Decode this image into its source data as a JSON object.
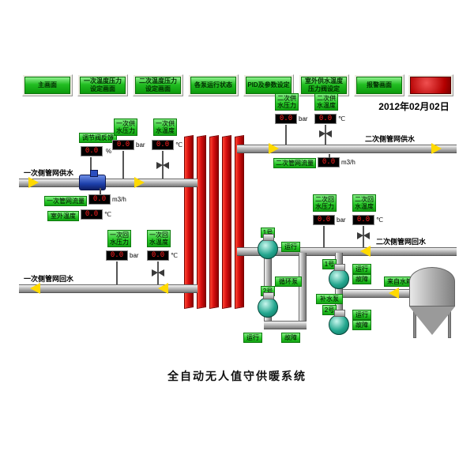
{
  "screen": {
    "caption": "全自动无人值守供暖系统",
    "date": "2012年02月02日"
  },
  "toolbar": {
    "buttons": [
      "主画面",
      "一次温度压力设定画面",
      "二次温度压力设定画面",
      "各泵运行状态",
      "PID及参数设定",
      "室外供水温度压力阀设定",
      "报警画面"
    ]
  },
  "pipes": {
    "primary_supply": "一次侧管网供水",
    "primary_return": "一次侧管网回水",
    "secondary_supply": "二次侧管网供水",
    "secondary_return": "二次侧管网回水"
  },
  "instruments": {
    "valve_feedback": {
      "label": "调节阀反馈",
      "value": "0.0",
      "unit": "%"
    },
    "primary_supply_pressure": {
      "label": "一次供水压力",
      "value": "0.0",
      "unit": "bar"
    },
    "primary_supply_temp": {
      "label": "一次供水温度",
      "value": "0.0",
      "unit": "℃"
    },
    "primary_flow": {
      "label": "一次管网流量",
      "value": "0.0",
      "unit": "m3/h"
    },
    "outdoor_temp": {
      "label": "室外温度",
      "value": "0.0",
      "unit": "℃"
    },
    "primary_return_pressure": {
      "label": "一次回水压力",
      "value": "0.0",
      "unit": "bar"
    },
    "primary_return_temp": {
      "label": "一次回水温度",
      "value": "0.0",
      "unit": "℃"
    },
    "secondary_supply_pressure": {
      "label": "二次供水压力",
      "value": "0.0",
      "unit": "bar"
    },
    "secondary_supply_temp": {
      "label": "二次供水温度",
      "value": "0.0",
      "unit": "℃"
    },
    "secondary_flow": {
      "label": "二次管网流量",
      "value": "0.0",
      "unit": "m3/h"
    },
    "secondary_return_pressure": {
      "label": "二次回水压力",
      "value": "0.0",
      "unit": "bar"
    },
    "secondary_return_temp": {
      "label": "二次回水温度",
      "value": "0.0",
      "unit": "℃"
    }
  },
  "pumps": {
    "circulation": {
      "group_label": "循环泵",
      "pump1_label": "1号",
      "pump1_status": "运行",
      "pump2_label": "2号",
      "run_label": "运行",
      "fault_label": "故障"
    },
    "makeup": {
      "group_label": "补水泵",
      "pump1_label": "1号",
      "pump1_run": "运行",
      "pump1_fault": "故障",
      "pump2_label": "2号",
      "pump2_run": "运行",
      "pump2_fault": "故障"
    }
  },
  "tank": {
    "label": "来自水箱"
  },
  "colors": {
    "button_green": "#22bd22",
    "label_green": "#25c625",
    "display_value_red": "#ff2020",
    "alarm_red": "#b40000",
    "exchanger_red": "#d80f0f",
    "pipe_gray": "#bcbcbc",
    "arrow_yellow": "#ffd900"
  }
}
